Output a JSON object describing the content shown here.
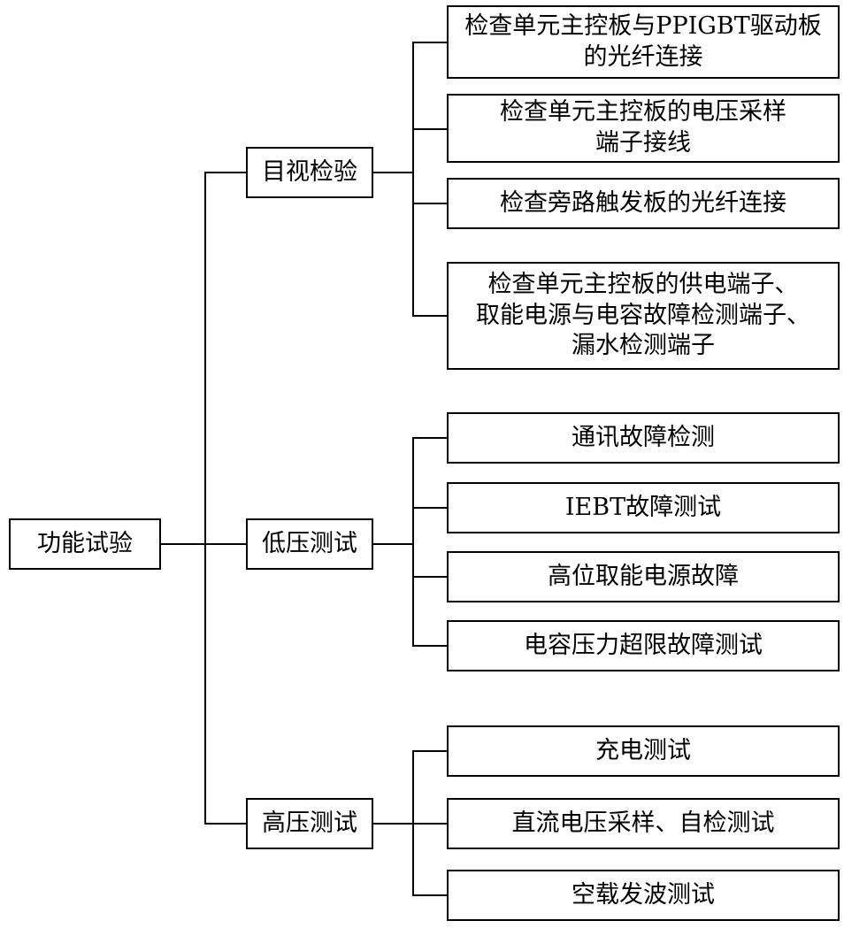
{
  "root": {
    "label": "功能试验"
  },
  "branches": [
    {
      "label": "目视检验",
      "items": [
        [
          "检查单元主控板与PPIGBT驱动板",
          "的光纤连接"
        ],
        [
          "检查单元主控板的电压采样",
          "端子接线"
        ],
        [
          "检查旁路触发板的光纤连接"
        ],
        [
          "检查单元主控板的供电端子、",
          "取能电源与电容故障检测端子、",
          "漏水检测端子"
        ]
      ]
    },
    {
      "label": "低压测试",
      "items": [
        [
          "通讯故障检测"
        ],
        [
          "IEBT故障测试"
        ],
        [
          "高位取能电源故障"
        ],
        [
          "电容压力超限故障测试"
        ]
      ]
    },
    {
      "label": "高压测试",
      "items": [
        [
          "充电测试"
        ],
        [
          "直流电压采样、自检测试"
        ],
        [
          "空载发波测试"
        ]
      ]
    }
  ]
}
